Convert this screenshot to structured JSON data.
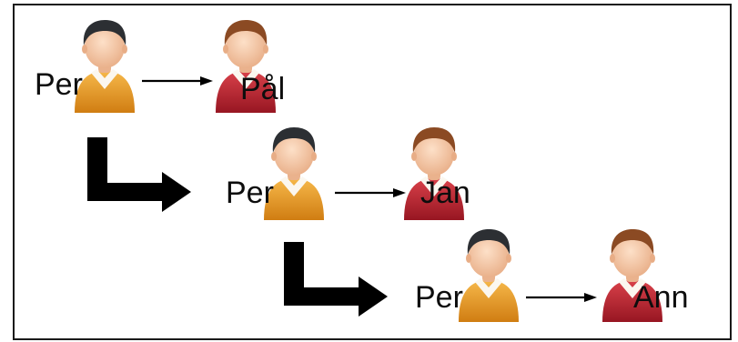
{
  "diagram": {
    "rows": [
      {
        "from": "Per",
        "to": "Pål"
      },
      {
        "from": "Per",
        "to": "Jan"
      },
      {
        "from": "Per",
        "to": "Ann"
      }
    ]
  },
  "icons": {
    "from_person": {
      "icon": "person-icon",
      "shirt": "#e49a2a",
      "hair": "#2c2f33"
    },
    "to_person": {
      "icon": "person-icon",
      "shirt": "#b6202c",
      "hair": "#8b4a23"
    }
  },
  "colors": {
    "skin": "#f3c7a4",
    "arrow": "#000000"
  }
}
